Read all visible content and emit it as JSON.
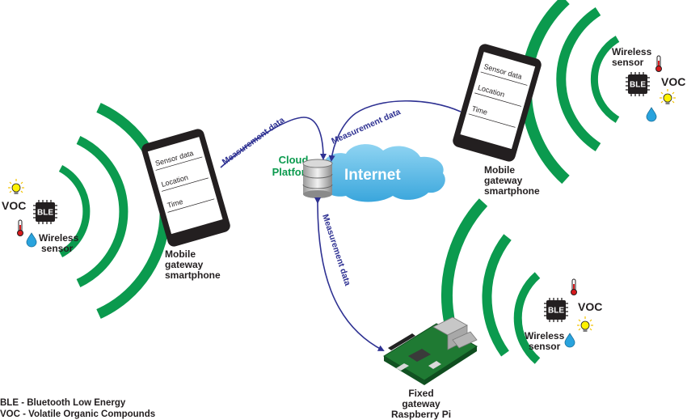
{
  "labels": {
    "cloud_line1": "Cloud",
    "cloud_line2": "Platform",
    "internet": "Internet",
    "measurement": "Measurement data",
    "phone_sensor": "Sensor data",
    "phone_location": "Location",
    "phone_time": "Time",
    "ble": "BLE",
    "voc": "VOC",
    "wireless_line1": "Wireless",
    "wireless_line2": "sensor",
    "mobile_line1": "Mobile",
    "mobile_line2": "gateway",
    "mobile_line3": "smartphone",
    "fixed_line1": "Fixed",
    "fixed_line2": "gateway",
    "fixed_line3": "Raspberry Pi"
  },
  "legend": {
    "ble": "BLE - Bluetooth Low Energy",
    "voc": "VOC - Volatile Organic Compounds"
  },
  "colors": {
    "signal_green": "#0b9a4e",
    "arrow_blue": "#2e3192",
    "cloud_blue": "#4fb7e6",
    "chip_black": "#231f20"
  },
  "icons": [
    "chip-icon",
    "thermometer-icon",
    "water-drop-icon",
    "light-bulb-icon",
    "database-icon",
    "cloud-icon",
    "smartphone-icon",
    "raspberry-pi-icon"
  ]
}
